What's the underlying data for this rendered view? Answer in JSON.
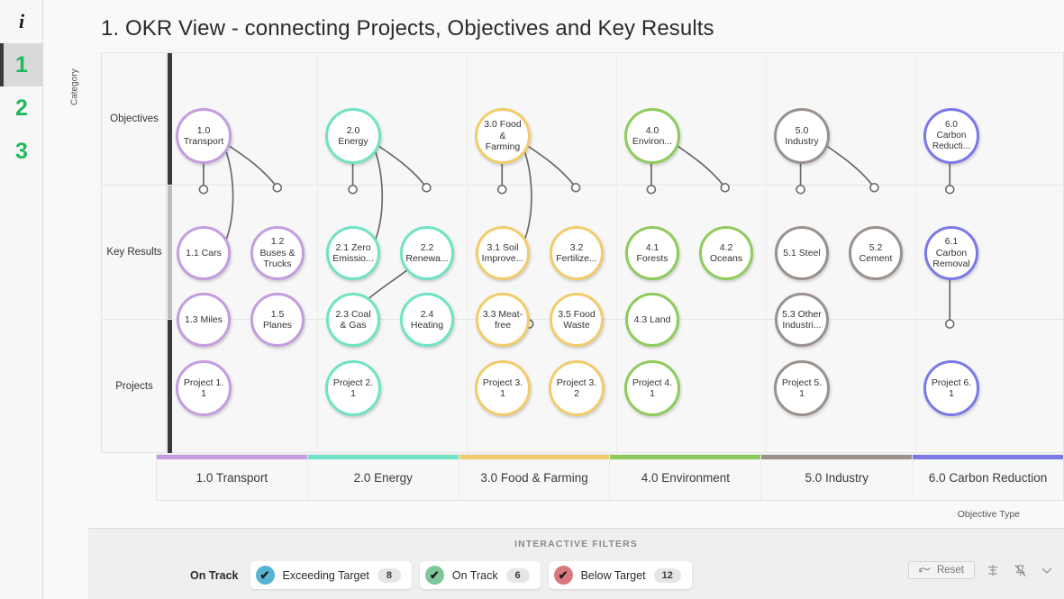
{
  "rail": {
    "items": [
      {
        "name": "info",
        "label": "i",
        "active": false
      },
      {
        "name": "page-1",
        "label": "1",
        "active": true
      },
      {
        "name": "page-2",
        "label": "2",
        "active": false
      },
      {
        "name": "page-3",
        "label": "3",
        "active": false
      }
    ]
  },
  "header": {
    "title": "1. OKR View - connecting Projects, Objectives and Key Results"
  },
  "chart_data": {
    "type": "diagram",
    "title": "1. OKR View - connecting Projects, Objectives and Key Results",
    "xlabel": "Objective Type",
    "ylabel": "Category",
    "rows": [
      "Objectives",
      "Key Results",
      "Projects"
    ],
    "categories": [
      "1.0 Transport",
      "2.0 Energy",
      "3.0 Food & Farming",
      "4.0 Environment",
      "5.0 Industry",
      "6.0 Carbon Reduction"
    ],
    "category_colors": [
      "#c49de0",
      "#6fe3c4",
      "#f2cc6b",
      "#8ecb5c",
      "#9a918d",
      "#7b79e8"
    ],
    "nodes": [
      {
        "id": "o1",
        "col": 0,
        "row": "Objectives",
        "label": "1.0\nTransport",
        "color": "#c49de0"
      },
      {
        "id": "o2",
        "col": 1,
        "row": "Objectives",
        "label": "2.0\nEnergy",
        "color": "#6fe3c4"
      },
      {
        "id": "o3",
        "col": 2,
        "row": "Objectives",
        "label": "3.0 Food\n&\nFarming",
        "color": "#f2cc6b"
      },
      {
        "id": "o4",
        "col": 3,
        "row": "Objectives",
        "label": "4.0\nEnviron...",
        "color": "#8ecb5c"
      },
      {
        "id": "o5",
        "col": 4,
        "row": "Objectives",
        "label": "5.0\nIndustry",
        "color": "#9a918d"
      },
      {
        "id": "o6",
        "col": 5,
        "row": "Objectives",
        "label": "6.0\nCarbon\nReducti...",
        "color": "#7b79e8"
      },
      {
        "id": "k11",
        "col": 0,
        "row": "Key Results",
        "label": "1.1 Cars",
        "color": "#c49de0"
      },
      {
        "id": "k12",
        "col": 0,
        "row": "Key Results",
        "label": "1.2\nBuses &\nTrucks",
        "color": "#c49de0"
      },
      {
        "id": "k13",
        "col": 0,
        "row": "Key Results",
        "label": "1.3 Miles",
        "color": "#c49de0"
      },
      {
        "id": "k15",
        "col": 0,
        "row": "Key Results",
        "label": "1.5\nPlanes",
        "color": "#c49de0"
      },
      {
        "id": "k21",
        "col": 1,
        "row": "Key Results",
        "label": "2.1 Zero\nEmissio...",
        "color": "#6fe3c4"
      },
      {
        "id": "k22",
        "col": 1,
        "row": "Key Results",
        "label": "2.2\nRenewa...",
        "color": "#6fe3c4"
      },
      {
        "id": "k23",
        "col": 1,
        "row": "Key Results",
        "label": "2.3 Coal\n& Gas",
        "color": "#6fe3c4"
      },
      {
        "id": "k24",
        "col": 1,
        "row": "Key Results",
        "label": "2.4\nHeating",
        "color": "#6fe3c4"
      },
      {
        "id": "k31",
        "col": 2,
        "row": "Key Results",
        "label": "3.1 Soil\nImprove...",
        "color": "#f2cc6b"
      },
      {
        "id": "k32",
        "col": 2,
        "row": "Key Results",
        "label": "3.2\nFertilize...",
        "color": "#f2cc6b"
      },
      {
        "id": "k33",
        "col": 2,
        "row": "Key Results",
        "label": "3.3 Meat-\nfree",
        "color": "#f2cc6b"
      },
      {
        "id": "k35",
        "col": 2,
        "row": "Key Results",
        "label": "3.5 Food\nWaste",
        "color": "#f2cc6b"
      },
      {
        "id": "k41",
        "col": 3,
        "row": "Key Results",
        "label": "4.1\nForests",
        "color": "#8ecb5c"
      },
      {
        "id": "k42",
        "col": 3,
        "row": "Key Results",
        "label": "4.2\nOceans",
        "color": "#8ecb5c"
      },
      {
        "id": "k43",
        "col": 3,
        "row": "Key Results",
        "label": "4.3 Land",
        "color": "#8ecb5c"
      },
      {
        "id": "k51",
        "col": 4,
        "row": "Key Results",
        "label": "5.1 Steel",
        "color": "#9a918d"
      },
      {
        "id": "k52",
        "col": 4,
        "row": "Key Results",
        "label": "5.2\nCement",
        "color": "#9a918d"
      },
      {
        "id": "k53",
        "col": 4,
        "row": "Key Results",
        "label": "5.3 Other\nIndustri...",
        "color": "#9a918d"
      },
      {
        "id": "k61",
        "col": 5,
        "row": "Key Results",
        "label": "6.1\nCarbon\nRemoval",
        "color": "#7b79e8"
      },
      {
        "id": "p11",
        "col": 0,
        "row": "Projects",
        "label": "Project 1.\n1",
        "color": "#c49de0"
      },
      {
        "id": "p21",
        "col": 1,
        "row": "Projects",
        "label": "Project 2.\n1",
        "color": "#6fe3c4"
      },
      {
        "id": "p31",
        "col": 2,
        "row": "Projects",
        "label": "Project 3.\n1",
        "color": "#f2cc6b"
      },
      {
        "id": "p32",
        "col": 2,
        "row": "Projects",
        "label": "Project 3.\n2",
        "color": "#f2cc6b"
      },
      {
        "id": "p41",
        "col": 3,
        "row": "Projects",
        "label": "Project 4.\n1",
        "color": "#8ecb5c"
      },
      {
        "id": "p51",
        "col": 4,
        "row": "Projects",
        "label": "Project 5.\n1",
        "color": "#9a918d"
      },
      {
        "id": "p61",
        "col": 5,
        "row": "Projects",
        "label": "Project 6.\n1",
        "color": "#7b79e8"
      }
    ]
  },
  "axis": {
    "title": "Objective Type"
  },
  "footer": {
    "caption": "INTERACTIVE FILTERS",
    "group_label": "On Track",
    "chips": [
      {
        "name": "exceeding-target",
        "label": "Exceeding Target",
        "count": "8",
        "color": "#56b4d3",
        "checked": true
      },
      {
        "name": "on-track",
        "label": "On Track",
        "count": "6",
        "color": "#7fc79b",
        "checked": true
      },
      {
        "name": "below-target",
        "label": "Below Target",
        "count": "12",
        "color": "#d9787e",
        "checked": true
      }
    ],
    "reset_label": "Reset",
    "icons": [
      {
        "name": "undo-icon",
        "glyph": "↶"
      },
      {
        "name": "show-values-icon",
        "glyph": "≑"
      },
      {
        "name": "unpin-icon",
        "glyph": "⚲"
      },
      {
        "name": "chevron-down-icon",
        "glyph": "⌄"
      }
    ]
  }
}
